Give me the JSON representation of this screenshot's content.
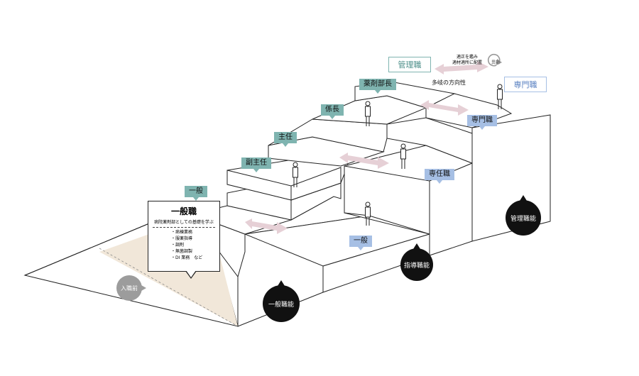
{
  "positions": {
    "ippan": "一般",
    "fukushunin": "副主任",
    "shunin": "主任",
    "kakaricho": "係長",
    "yakuzaibucho": "薬剤部長",
    "ippan_lower": "一般",
    "sennin": "専任職",
    "senmon": "専門職"
  },
  "circles": {
    "nyushokumae": "入職前",
    "ippan_shokuno": "一般職能",
    "shido_shokuno": "指導職能",
    "kanri_shokuno": "管理職能"
  },
  "info_box": {
    "title": "一般職",
    "subtitle": "病院薬剤部としての基礎を学ぶ",
    "items": [
      "・病棟業務",
      "・服薬指導",
      "・調剤",
      "・無菌調製",
      "・DI 業務　など"
    ]
  },
  "top": {
    "kanrishoku": "管理職",
    "senmonshoku": "専門職",
    "tekisei_line1": "適正を鑑み",
    "tekisei_line2": "適材適所に配置",
    "idou": "異動",
    "tayou": "多岐の方向性"
  },
  "colors": {
    "teal": "#7fb4b0",
    "blue": "#a6bfe4",
    "teal_outline": "#7fb4b0",
    "blue_outline": "#a6bfe4",
    "floor": "#f1e7d9",
    "arrow": "#e6d0d6"
  }
}
